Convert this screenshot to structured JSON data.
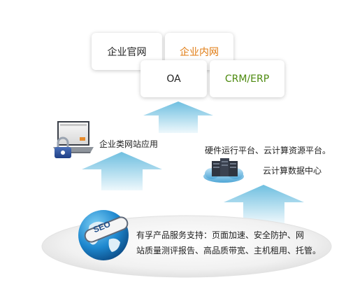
{
  "cards": [
    {
      "label": "企业官网",
      "color": "#222222"
    },
    {
      "label": "企业内网",
      "color": "#e07b12"
    },
    {
      "label": "OA",
      "color": "#222222"
    },
    {
      "label": "CRM/ERP",
      "color": "#4d8a0f"
    }
  ],
  "labels": {
    "website_apps": "企业类网站应用",
    "platform": "硬件运行平台、云计算资源平台。",
    "datacenter": "云计算数据中心",
    "support_line1": "有孚产品服务支持：页面加速、安全防护、网",
    "support_line2": "站质量测评报告、高品质带宽、主机租用、托管。"
  },
  "badges": {
    "seo": "SEO"
  },
  "icons": [
    "laptop-lock-icon",
    "server-cloud-icon",
    "seo-globe-icon"
  ],
  "colors": {
    "arrow_top": "#6fbfe0",
    "arrow_bottom": "#eef8fc",
    "platform": "#e3e3e3"
  }
}
